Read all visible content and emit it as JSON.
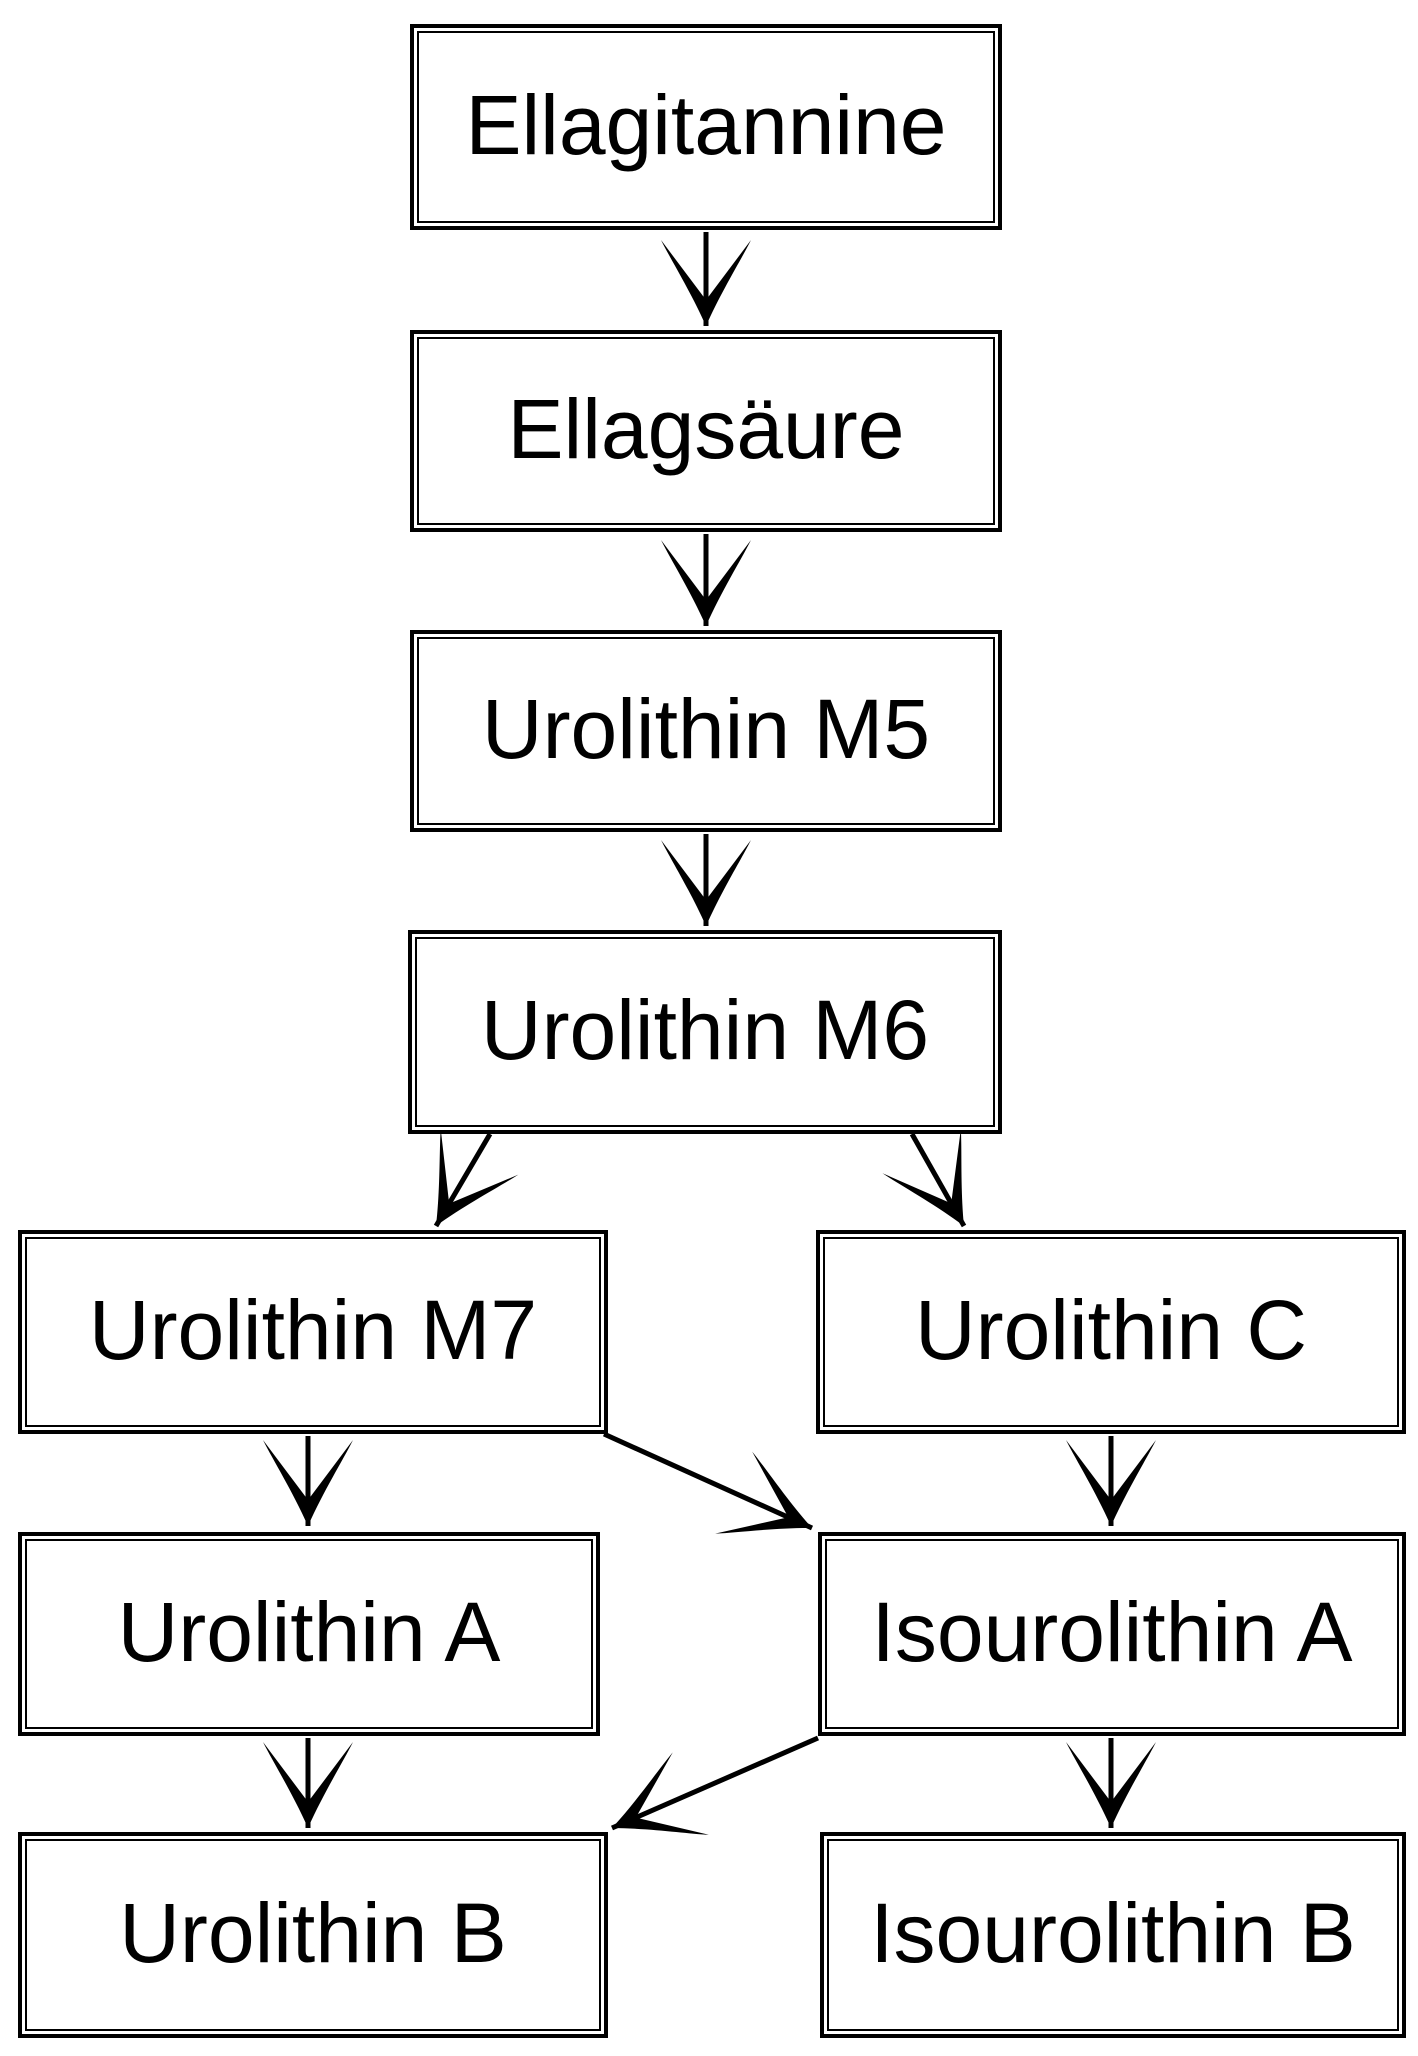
{
  "diagram": {
    "type": "flowchart",
    "background_color": "#ffffff",
    "box_fill_color": "#ffffff",
    "line_color": "#000000",
    "border_style": "double",
    "nodes": {
      "ellagitannine": {
        "label": "Ellagitannine"
      },
      "ellagsaeure": {
        "label": "Ellagsäure"
      },
      "urolithin_m5": {
        "label": "Urolithin M5"
      },
      "urolithin_m6": {
        "label": "Urolithin M6"
      },
      "urolithin_m7": {
        "label": "Urolithin M7"
      },
      "urolithin_c": {
        "label": "Urolithin C"
      },
      "urolithin_a": {
        "label": "Urolithin A"
      },
      "isourolithin_a": {
        "label": "Isourolithin A"
      },
      "urolithin_b": {
        "label": "Urolithin B"
      },
      "isourolithin_b": {
        "label": "Isourolithin B"
      }
    },
    "edges": [
      {
        "from": "ellagitannine",
        "to": "ellagsaeure"
      },
      {
        "from": "ellagsaeure",
        "to": "urolithin_m5"
      },
      {
        "from": "urolithin_m5",
        "to": "urolithin_m6"
      },
      {
        "from": "urolithin_m6",
        "to": "urolithin_m7"
      },
      {
        "from": "urolithin_m6",
        "to": "urolithin_c"
      },
      {
        "from": "urolithin_m7",
        "to": "urolithin_a"
      },
      {
        "from": "urolithin_m7",
        "to": "isourolithin_a"
      },
      {
        "from": "urolithin_c",
        "to": "isourolithin_a"
      },
      {
        "from": "urolithin_a",
        "to": "urolithin_b"
      },
      {
        "from": "isourolithin_a",
        "to": "urolithin_b"
      },
      {
        "from": "isourolithin_a",
        "to": "isourolithin_b"
      }
    ]
  }
}
